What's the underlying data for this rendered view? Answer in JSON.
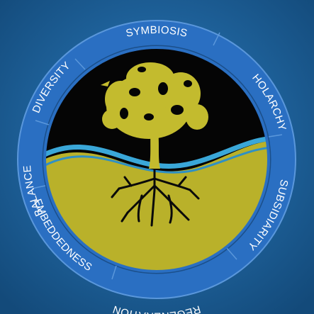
{
  "diagram": {
    "ring_labels": [
      {
        "id": "symbiosis",
        "text": "SYMBIOSIS"
      },
      {
        "id": "holarchy",
        "text": "HOLARCHY"
      },
      {
        "id": "subsidiarity",
        "text": "SUBSIDIARITY"
      },
      {
        "id": "regeneration",
        "text": "REGENERATION"
      },
      {
        "id": "embeddedness",
        "text": "EMBEDDEDNESS"
      },
      {
        "id": "balance",
        "text": "BALANCE"
      },
      {
        "id": "diversity",
        "text": "DIVERSITY"
      }
    ],
    "center_icon": "tree-of-life-icon",
    "colors": {
      "background": "#1c5f96",
      "ring": "#2a6fc2",
      "ring_divider": "#4f8fd8",
      "disc_olive": "#b9b12a",
      "sky_black": "#050505",
      "river": "#3aa7d8"
    }
  }
}
